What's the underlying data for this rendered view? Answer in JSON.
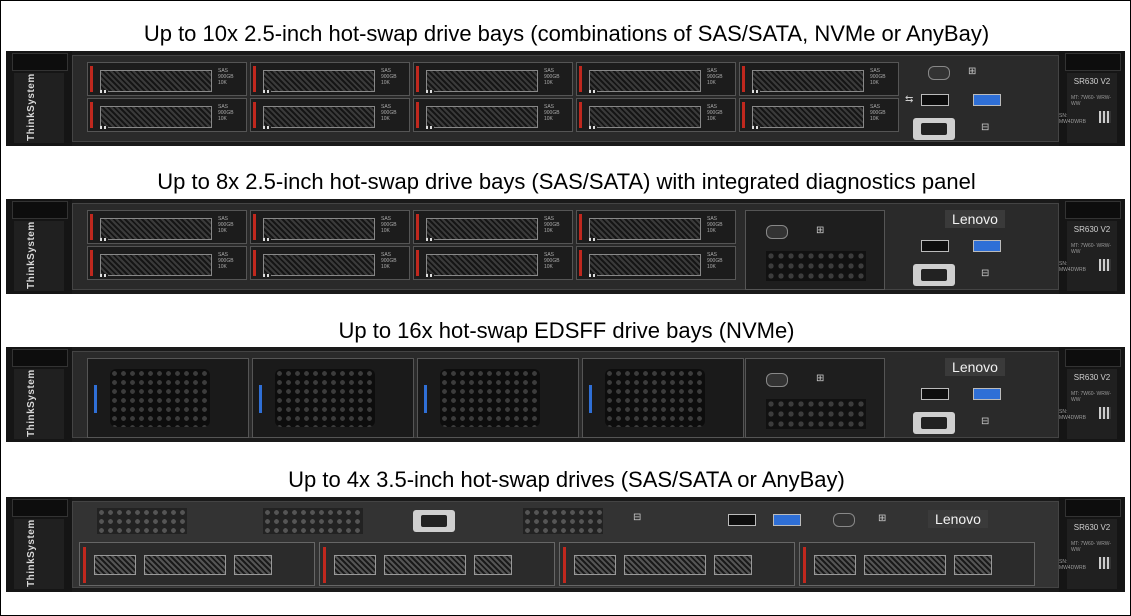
{
  "captions": [
    "Up to 10x 2.5-inch hot-swap drive bays (combinations of SAS/SATA, NVMe or AnyBay)",
    "Up to 8x 2.5-inch hot-swap drive bays (SAS/SATA) with integrated diagnostics panel",
    "Up to 16x hot-swap EDSFF drive bays (NVMe)",
    "Up to 4x 3.5-inch hot-swap drives (SAS/SATA or AnyBay)"
  ],
  "brand_ear": "ThinkSystem",
  "model_label": "SR630 V2",
  "mt_label": "MT: 7W60- WRW-WW",
  "sn_label": "SN: MW4DWRB",
  "lenovo_logo": "Lenovo",
  "drive_label": "SAS 900GB 10K",
  "colors": {
    "drive_tab": "#c0281e",
    "edsff_tab": "#2f6fd6",
    "usb3": "#2f6fd6"
  },
  "icons": [
    "usb-icon",
    "usb3-icon",
    "vga-port-icon",
    "power-button-icon",
    "id-button-icon",
    "xcc-port-icon"
  ]
}
